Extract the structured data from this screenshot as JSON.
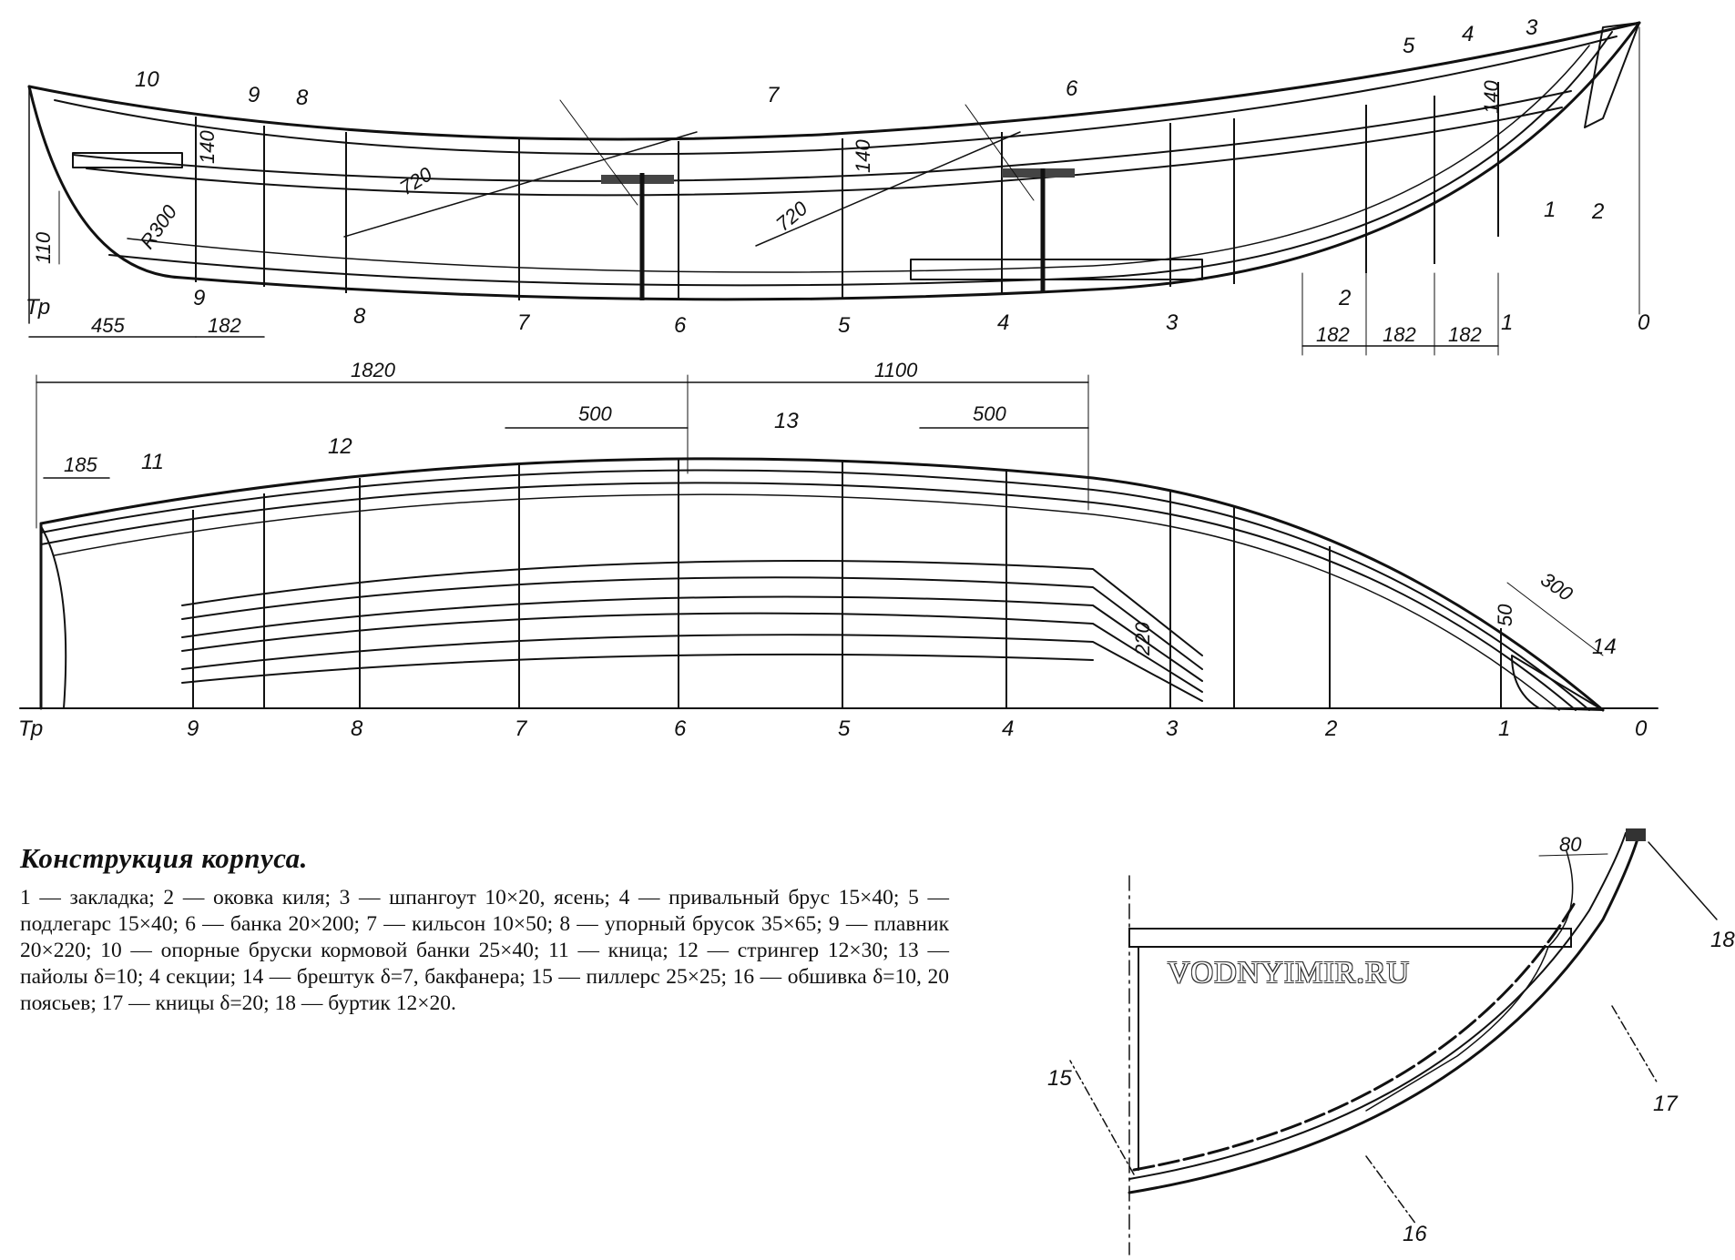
{
  "top_view": {
    "frame_labels": [
      "Тр",
      "9",
      "8",
      "7",
      "6",
      "5",
      "4",
      "3",
      "2",
      "1",
      "0"
    ],
    "part_labels": [
      "10",
      "9",
      "8",
      "7",
      "6",
      "5",
      "4",
      "3",
      "1",
      "2"
    ],
    "dims": {
      "d455": "455",
      "d182a": "182",
      "d182b": "182",
      "d182c": "182",
      "d182d": "182",
      "d110": "110",
      "d140a": "140",
      "d140b": "140",
      "d140c": "140",
      "d720a": "720",
      "d720b": "720",
      "r300": "R300"
    }
  },
  "side_view": {
    "frame_labels": [
      "Тр",
      "9",
      "8",
      "7",
      "6",
      "5",
      "4",
      "3",
      "2",
      "1",
      "0"
    ],
    "part_labels": [
      "11",
      "12",
      "13",
      "14"
    ],
    "dims": {
      "d1820": "1820",
      "d1100": "1100",
      "d500a": "500",
      "d500b": "500",
      "d185": "185",
      "d50": "50",
      "d300": "300",
      "d220": "220"
    }
  },
  "section_view": {
    "part_labels": [
      "15",
      "16",
      "17",
      "18"
    ],
    "dims": {
      "d80": "80"
    }
  },
  "caption": {
    "title": "Конструкция корпуса.",
    "body": "1 — закладка; 2 — оковка киля; 3 — шпангоут 10×20, ясень; 4 — привальный брус 15×40; 5 — подлегарс 15×40; 6 — банка 20×200; 7 — кильсон 10×50; 8 — упорный брусок 35×65; 9 — плавник 20×220; 10 — опорные бруски кормовой банки 25×40; 11 — кница; 12 — стрингер 12×30; 13 — пайолы δ=10; 4 секции; 14 — брештук δ=7, бакфанера; 15 — пиллерс 25×25; 16 — обшивка δ=10, 20 поясьев; 17 — кницы δ=20; 18 — буртик 12×20."
  },
  "watermark": "VODNYIMIR.RU"
}
